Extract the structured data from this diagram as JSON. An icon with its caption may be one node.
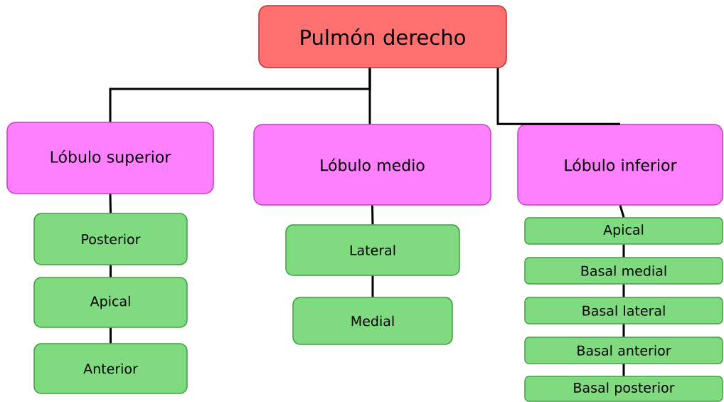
{
  "diagram": {
    "nodes": [
      {
        "text": [
          "Pulmón derecho"
        ]
      },
      {
        "text": [
          "Lóbulo superior"
        ]
      },
      {
        "text": [
          "Lóbulo medio"
        ]
      },
      {
        "text": [
          "Lóbulo inferior"
        ]
      },
      {
        "text": [
          "Posterior"
        ]
      },
      {
        "text": [
          "Apical"
        ]
      },
      {
        "text": [
          "Anterior"
        ]
      },
      {
        "text": [
          "Lateral"
        ]
      },
      {
        "text": [
          "Medial"
        ]
      },
      {
        "text": [
          "Apical"
        ]
      },
      {
        "text": [
          "Basal medial"
        ]
      },
      {
        "text": [
          "Basal lateral"
        ]
      },
      {
        "text": [
          "Basal anterior"
        ]
      },
      {
        "text": [
          "Basal posterior"
        ]
      }
    ],
    "edges": [
      {
        "from": 0,
        "to": 1,
        "arrow": "none"
      },
      {
        "from": 0,
        "to": 2,
        "arrow": "none"
      },
      {
        "from": 0,
        "to": 3,
        "arrow": "none"
      },
      {
        "from": 1,
        "to": 4,
        "arrow": "none"
      },
      {
        "from": 4,
        "to": 5,
        "arrow": "none"
      },
      {
        "from": 5,
        "to": 6,
        "arrow": "none"
      },
      {
        "from": 2,
        "to": 7,
        "arrow": "none"
      },
      {
        "from": 7,
        "to": 8,
        "arrow": "none"
      },
      {
        "from": 3,
        "to": 9,
        "arrow": "none"
      },
      {
        "from": 9,
        "to": 10,
        "arrow": "none"
      },
      {
        "from": 10,
        "to": 11,
        "arrow": "none"
      },
      {
        "from": 11,
        "to": 12,
        "arrow": "none"
      },
      {
        "from": 12,
        "to": 13,
        "arrow": "none"
      }
    ]
  }
}
